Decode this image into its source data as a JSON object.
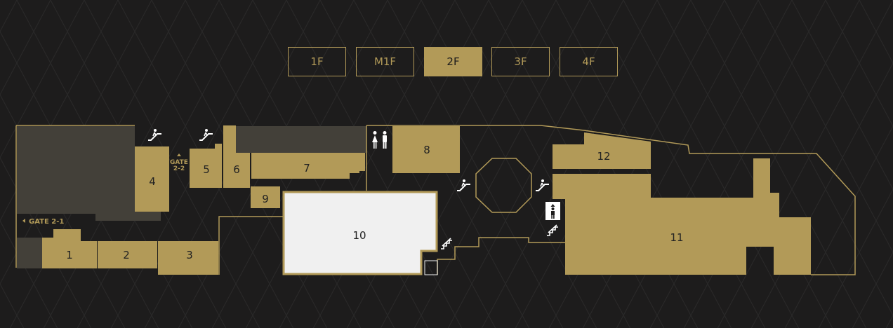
{
  "floors": {
    "tabs": [
      {
        "label": "1F"
      },
      {
        "label": "M1F"
      },
      {
        "label": "2F"
      },
      {
        "label": "3F"
      },
      {
        "label": "4F"
      }
    ],
    "active": "2F"
  },
  "map": {
    "units": [
      "1",
      "2",
      "3",
      "4",
      "5",
      "6",
      "7",
      "8",
      "9",
      "10",
      "11",
      "12"
    ],
    "gates": {
      "gate_2_1": "GATE 2-1",
      "gate_2_2_top": "GATE",
      "gate_2_2_bottom": "2-2"
    },
    "icons": [
      "escalator-icon",
      "restroom-icon",
      "elevator-icon",
      "stairs-icon"
    ]
  },
  "colors": {
    "background": "#1d1c1c",
    "gold": "#b29a58",
    "dark_area": "#434039",
    "selected_unit": "#f0f0f0"
  }
}
